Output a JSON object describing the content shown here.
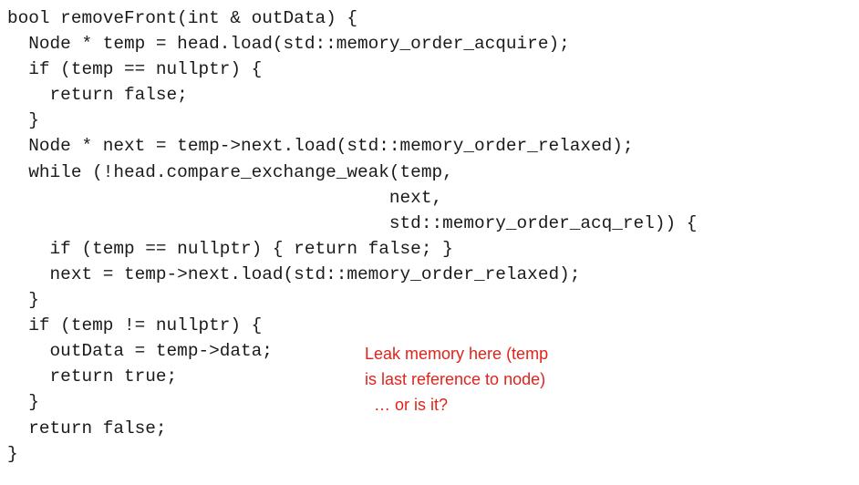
{
  "code": {
    "lines": [
      "bool removeFront(int & outData) {",
      "  Node * temp = head.load(std::memory_order_acquire);",
      "  if (temp == nullptr) {",
      "    return false;",
      "  }",
      "  Node * next = temp->next.load(std::memory_order_relaxed);",
      "  while (!head.compare_exchange_weak(temp,",
      "                                    next,",
      "                                    std::memory_order_acq_rel)) {",
      "    if (temp == nullptr) { return false; }",
      "    next = temp->next.load(std::memory_order_relaxed);",
      "  }",
      "  if (temp != nullptr) {",
      "    outData = temp->data;",
      "    return true;",
      "  }",
      "  return false;",
      "}"
    ]
  },
  "annotation": {
    "lines": [
      "Leak memory here (temp",
      "is last reference to node)",
      "  … or is it?"
    ],
    "color": "#e0241b"
  }
}
